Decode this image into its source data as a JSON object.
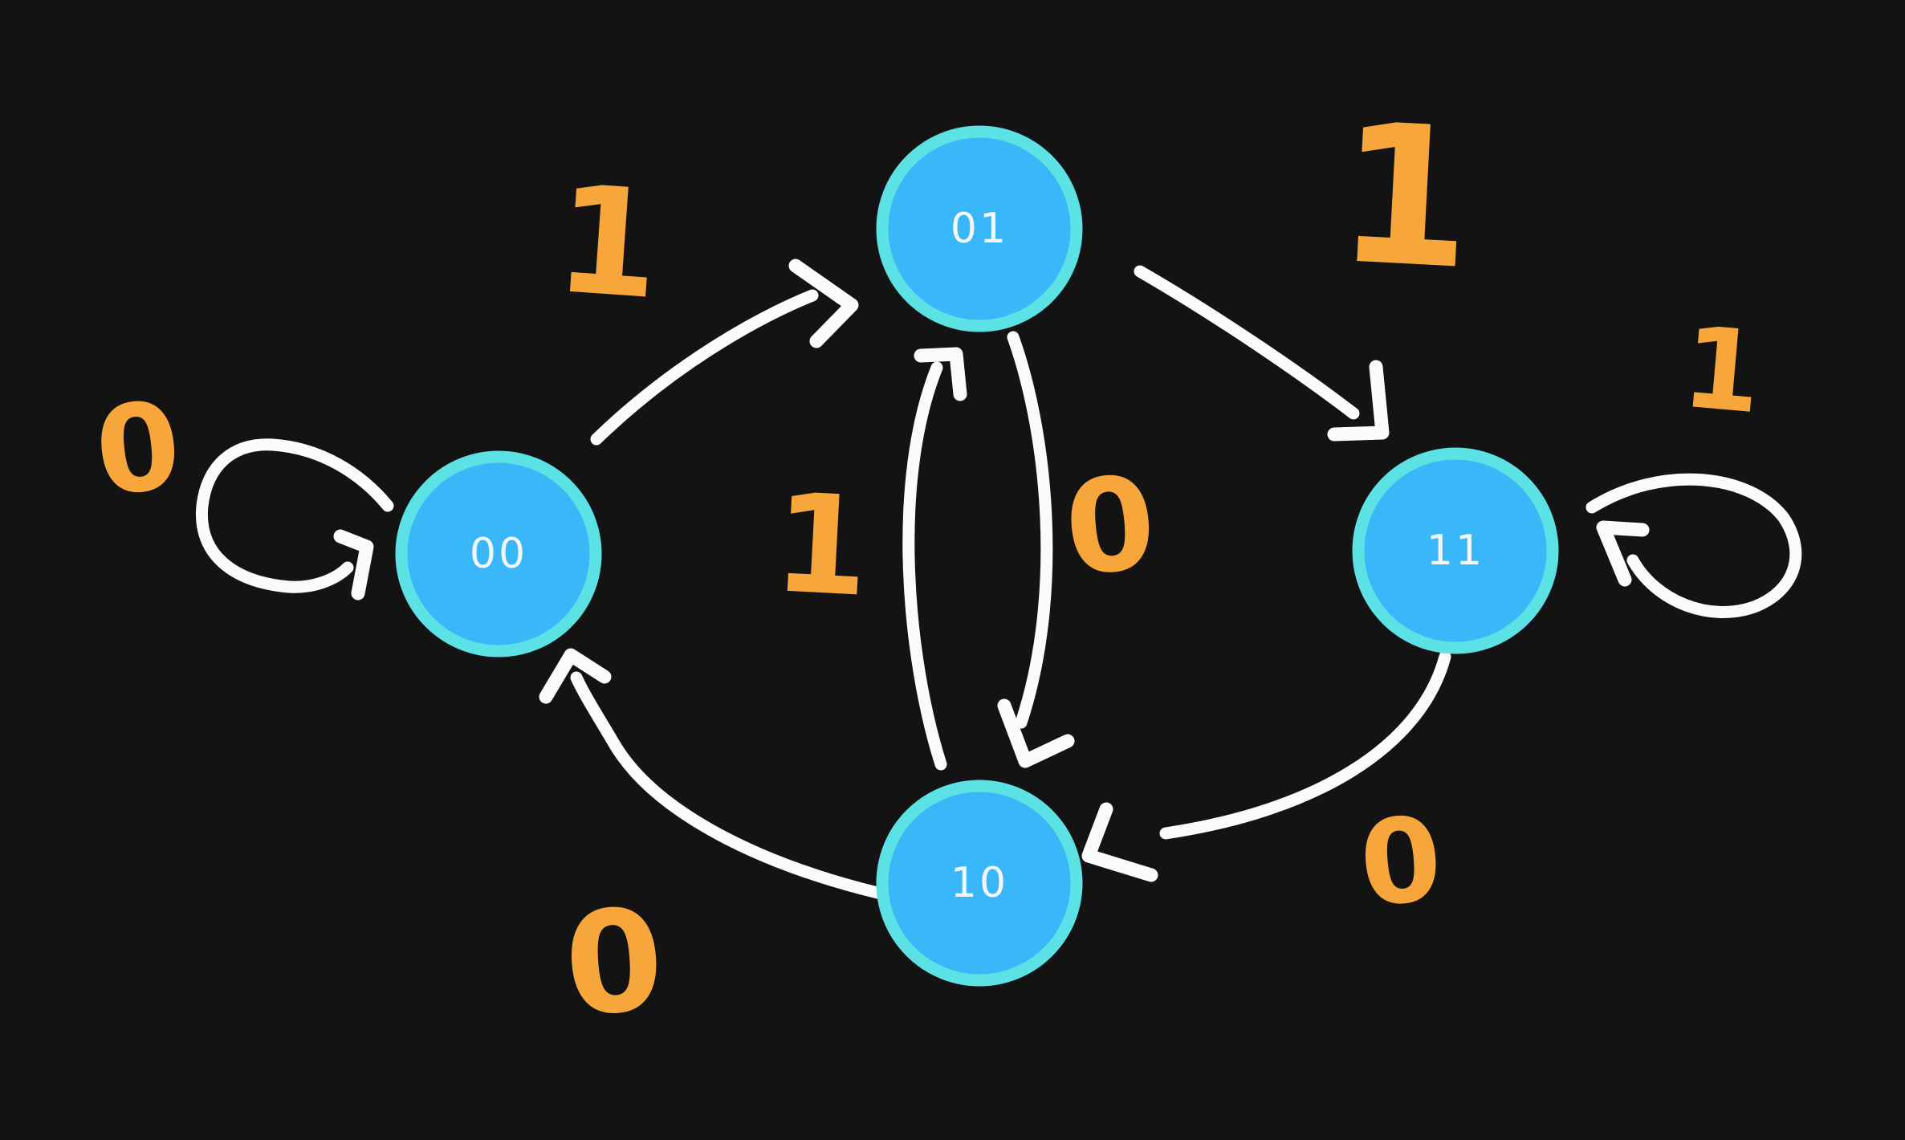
{
  "colors": {
    "background": "#131313",
    "node_fill": "#3ab7f9",
    "node_border": "#5ce2e5",
    "node_text": "#f4f7f7",
    "arrow": "#fbfbfb",
    "label": "#f6a63a"
  },
  "diagram": {
    "type": "state-machine",
    "states": [
      {
        "id": "00",
        "label": "00"
      },
      {
        "id": "01",
        "label": "01"
      },
      {
        "id": "10",
        "label": "10"
      },
      {
        "id": "11",
        "label": "11"
      }
    ],
    "transitions": [
      {
        "from": "00",
        "to": "00",
        "label": "0"
      },
      {
        "from": "00",
        "to": "01",
        "label": "1"
      },
      {
        "from": "01",
        "to": "11",
        "label": "1"
      },
      {
        "from": "01",
        "to": "10",
        "label": "0"
      },
      {
        "from": "10",
        "to": "01",
        "label": "1"
      },
      {
        "from": "10",
        "to": "00",
        "label": "0"
      },
      {
        "from": "11",
        "to": "11",
        "label": "1"
      },
      {
        "from": "11",
        "to": "10",
        "label": "0"
      }
    ]
  }
}
